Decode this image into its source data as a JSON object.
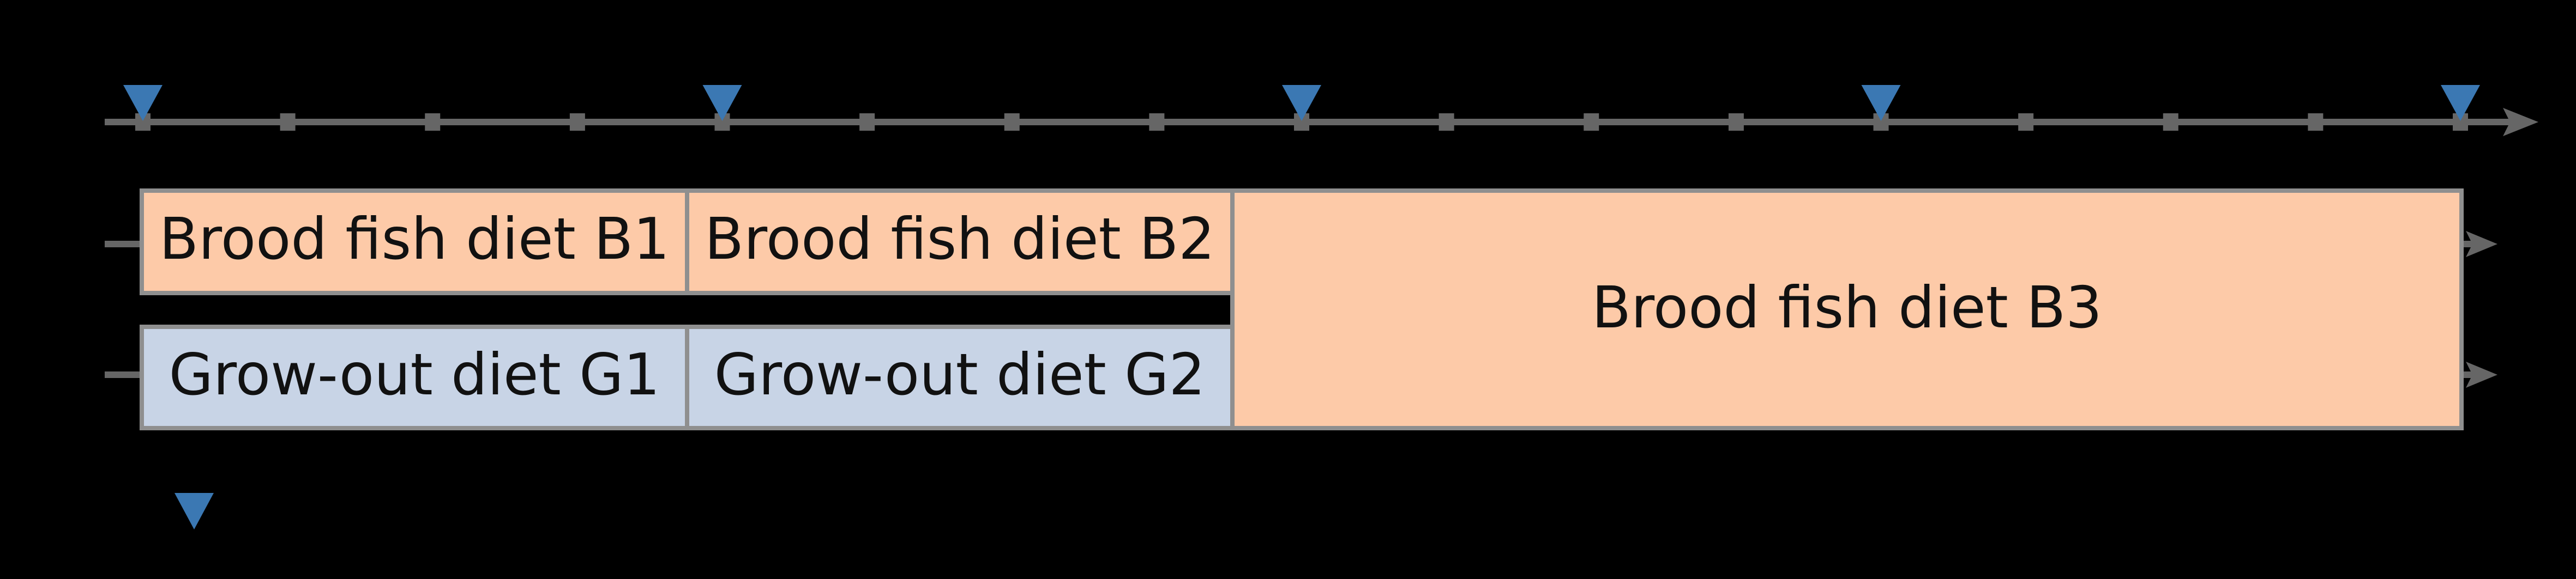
{
  "colors": {
    "background": "#000000",
    "axis": "#666666",
    "marker": "#3b78b3",
    "brood_fill": "#fdcaa8",
    "growout_fill": "#c8d4e6",
    "box_stroke": "#8f8f8f",
    "text": "#111111"
  },
  "icons": {
    "arrowheads": "arrow-right-icon",
    "markers": "triangle-down-icon",
    "ticks": "square-tick-icon"
  },
  "timeline": {
    "tick_count": 17,
    "marker_tick_indices": [
      0,
      4,
      8,
      12,
      16
    ]
  },
  "rows": {
    "brood": {
      "segments": [
        {
          "label": "Brood fish diet B1"
        },
        {
          "label": "Brood fish diet B2"
        }
      ]
    },
    "growout": {
      "segments": [
        {
          "label": "Grow-out diet G1"
        },
        {
          "label": "Grow-out diet G2"
        }
      ]
    },
    "merged": {
      "label": "Brood fish diet B3"
    }
  },
  "legend": {
    "marker_icon": "triangle-down-icon"
  }
}
